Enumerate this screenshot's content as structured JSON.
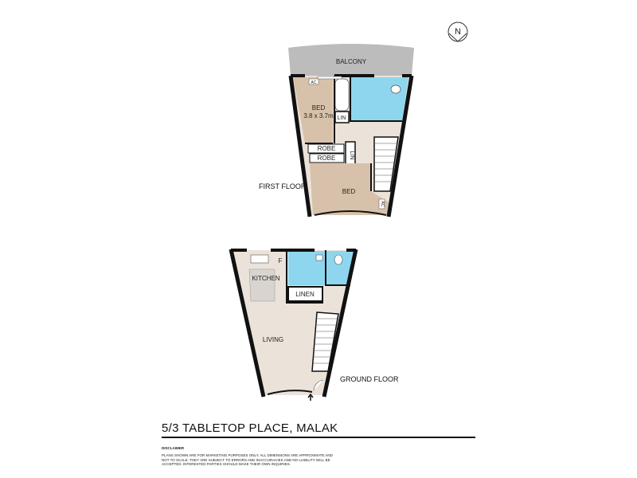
{
  "title": "5/3 TABLETOP PLACE, MALAK",
  "disclaimer": {
    "heading": "DISCLAIMER",
    "text": "PLANS SHOWN ARE FOR MARKETING PURPOSES ONLY. ALL DIMENSIONS ARE APPROXIMATE AND NOT TO SCALE. THEY ARE SUBJECT TO ERRORS AND INACCURACIES AND NO LIABILITY WILL BE ACCEPTED. INTERESTED PARTIES SHOULD MAKE THEIR OWN INQUIRIES."
  },
  "compass": {
    "label": "N",
    "icon": "north-arrow-icon"
  },
  "first_floor": {
    "label": "FIRST FLOOR",
    "rooms": {
      "balcony": "BALCONY",
      "bed1": "BED",
      "bed1_size": "3.8 x 3.7m",
      "robe1": "ROBE",
      "robe2": "ROBE",
      "lin1": "LIN",
      "lin2": "LIN",
      "bed2": "BED",
      "ac1": "AC",
      "ac2": "AC"
    }
  },
  "ground_floor": {
    "label": "GROUND FLOOR",
    "rooms": {
      "kitchen": "KITCHEN",
      "fridge": "F",
      "linen": "LINEN",
      "living": "LIVING"
    },
    "entry_icon": "entry-arrow-icon"
  },
  "colors": {
    "bedroom": "#d8c1aa",
    "living": "#ebe2d9",
    "wet": "#8ed6ee",
    "balcony": "#bcbcbc",
    "wall": "#111111"
  }
}
